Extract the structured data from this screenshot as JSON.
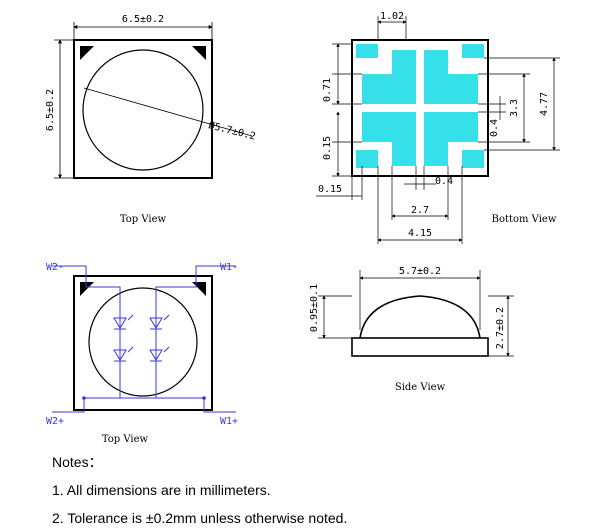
{
  "top_view": {
    "width_dim": "6.5±0.2",
    "height_dim": "6.5±0.2",
    "lens_dim": "Ø5.7±0.2",
    "label": "Top View"
  },
  "bottom_view": {
    "dim_top": "1.02",
    "dim_071": "0.71",
    "dim_015a": "0.15",
    "dim_015b": "0.15",
    "dim_04a": "0.4",
    "dim_04b": "0.4",
    "dim_27": "2.7",
    "dim_415": "4.15",
    "dim_33": "3.3",
    "dim_477": "4.77",
    "label": "Bottom View",
    "pad_color": "#35e0e8"
  },
  "top_view_2": {
    "w2_minus": "W2-",
    "w1_minus": "W1-",
    "w2_plus": "W2+",
    "w1_plus": "W1+",
    "label": "Top View",
    "circuit_color": "#3a3ad0"
  },
  "side_view": {
    "width_dim": "5.7±0.2",
    "height_dim": "0.95±0.1",
    "total_dim": "2.7±0.2",
    "label": "Side View"
  },
  "notes": {
    "title": "Notes：",
    "items": [
      "1. All dimensions are in millimeters.",
      "2. Tolerance is ±0.2mm unless otherwise noted."
    ]
  }
}
